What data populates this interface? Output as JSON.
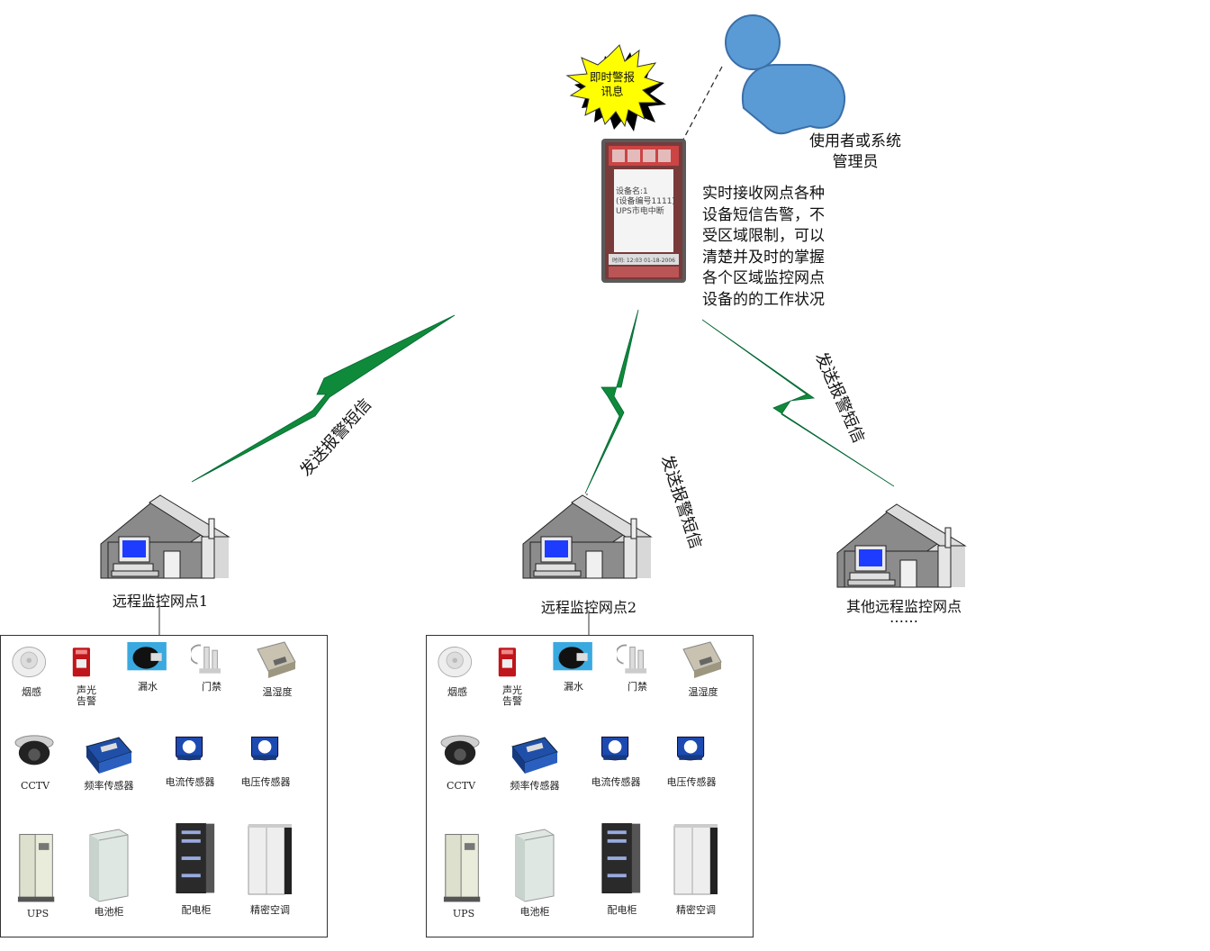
{
  "alert_burst": {
    "line1": "即时警报",
    "line2": "讯息"
  },
  "user_label": {
    "line1": "使用者或系统",
    "line2": "管理员"
  },
  "description": "实时接收网点各种设备短信告警，不受区域限制，可以清楚并及时的掌握各个区域监控网点设备的的工作状况",
  "phone_screen": {
    "line1": "设备名:1",
    "line2": "(设备编号1111)",
    "line3": "UPS市电中断",
    "line4": "时间: 12:03 01-18-2006"
  },
  "send_labels": {
    "left": "发送报警短信",
    "middle": "发送报警短信",
    "right": "发送报警短信"
  },
  "sites": [
    {
      "label": "远程监控网点1"
    },
    {
      "label": "远程监控网点2"
    },
    {
      "label": "其他远程监控网点",
      "extra": "……"
    }
  ],
  "devices": {
    "row1": [
      {
        "label": "烟感",
        "icon": "smoke-detector-icon"
      },
      {
        "label": "声光\n告警",
        "icon": "alarm-strobe-icon"
      },
      {
        "label": "漏水",
        "icon": "water-leak-sensor-icon"
      },
      {
        "label": "门禁",
        "icon": "door-access-icon"
      },
      {
        "label": "温湿度",
        "icon": "temp-humidity-sensor-icon"
      }
    ],
    "row2": [
      {
        "label": "CCTV",
        "icon": "cctv-camera-icon"
      },
      {
        "label": "频率传感器",
        "icon": "frequency-sensor-icon"
      },
      {
        "label": "电流传感器",
        "icon": "current-sensor-icon"
      },
      {
        "label": "电压传感器",
        "icon": "voltage-sensor-icon"
      }
    ],
    "row3": [
      {
        "label": "UPS",
        "icon": "ups-cabinet-icon"
      },
      {
        "label": "电池柜",
        "icon": "battery-cabinet-icon"
      },
      {
        "label": "配电柜",
        "icon": "distribution-cabinet-icon"
      },
      {
        "label": "精密空调",
        "icon": "precision-ac-icon"
      }
    ]
  },
  "colors": {
    "bolt": "#0f8a3a",
    "person": "#5b9bd5",
    "burst": "#ffff00",
    "monitor_screen": "#1e3cff"
  }
}
